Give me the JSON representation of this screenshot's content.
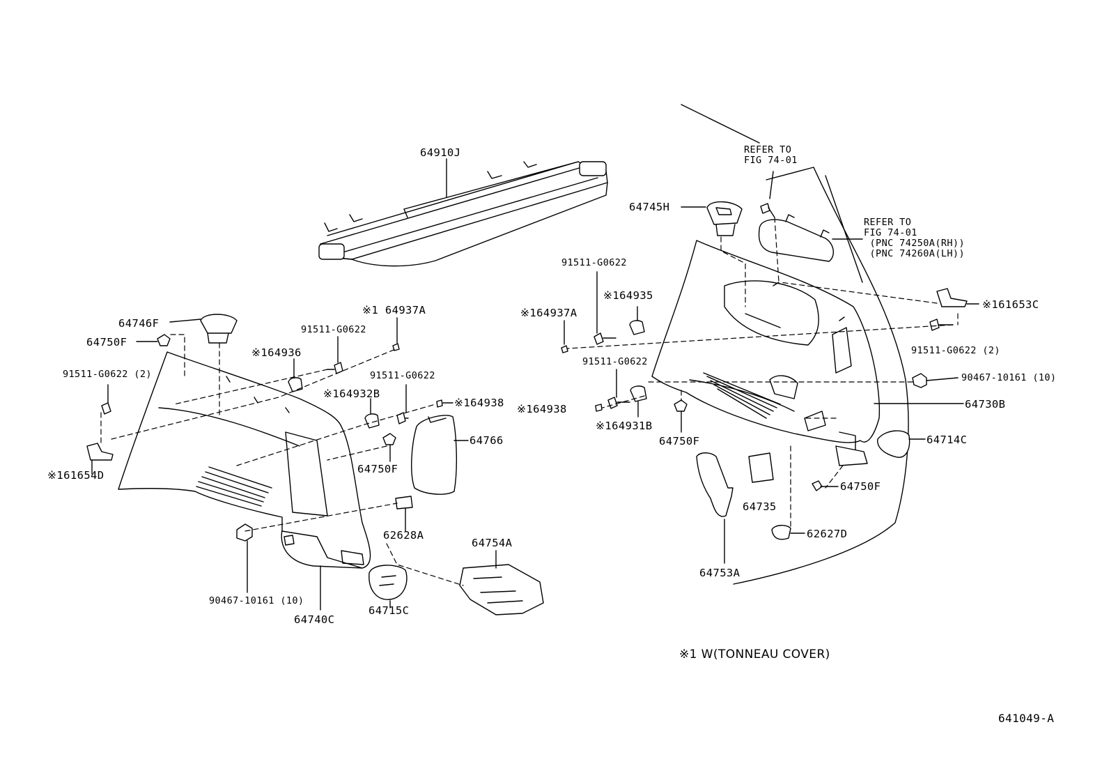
{
  "labels": {
    "l64910J": "64910J",
    "l64745H": "64745H",
    "lRefer1": "REFER TO\nFIG 74-01",
    "lRefer2": "REFER TO\nFIG 74-01\n (PNC 74250A(RH))\n (PNC 74260A(LH))",
    "l91511a": "91511-G0622",
    "l164935": "※164935",
    "l164937A_r": "※164937A",
    "l164937A_l": "※1 64937A",
    "l161653C": "※161653C",
    "l91511_2r": "91511-G0622 (2)",
    "l90467r": "90467-10161 (10)",
    "l64730B": "64730B",
    "l64714C": "64714C",
    "l64750F_r1": "64750F",
    "l64750F_r2": "64750F",
    "l62627D": "62627D",
    "l64735": "64735",
    "l64753A": "64753A",
    "l91511b": "91511-G0622",
    "l164938_r": "※164938",
    "l164931B": "※164931B",
    "l64746F": "64746F",
    "l64750F_l1": "64750F",
    "l91511_2l": "91511-G0622 (2)",
    "l91511c": "91511-G0622",
    "l164936": "※164936",
    "l91511d": "91511-G0622",
    "l164932B": "※164932B",
    "l164938_l": "※164938",
    "l64766": "64766",
    "l64750F_l2": "64750F",
    "l161654D": "※161654D",
    "l62628A": "62628A",
    "l64754A": "64754A",
    "l90467l": "90467-10161 (10)",
    "l64740C": "64740C",
    "l64715C": "64715C"
  },
  "note": "※1 W(TONNEAU COVER)",
  "figure_id": "641049-A"
}
